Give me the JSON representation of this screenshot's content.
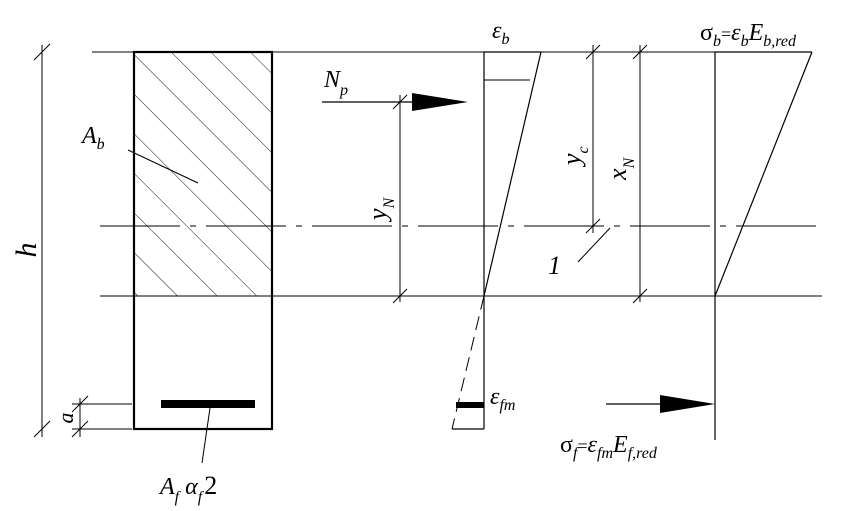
{
  "labels": {
    "h": "h",
    "a": "a",
    "Ab": {
      "base": "A",
      "sub": "b"
    },
    "Af": {
      "base": "A",
      "sub1": "f",
      "alpha": "α",
      "sub2": "f",
      "tail": "2"
    },
    "Np": {
      "base": "N",
      "sub": "p"
    },
    "yN": {
      "base": "y",
      "sub": "N"
    },
    "eps_b": {
      "base": "ε",
      "sub": "b"
    },
    "eps_fm": {
      "base": "ε",
      "sub": "fm"
    },
    "yc": {
      "base": "y",
      "sub": "c"
    },
    "xN": {
      "base": "x",
      "sub": "N"
    },
    "one": "1",
    "sigma_b": {
      "s": "σ",
      "ssub": "b",
      "eq": "=",
      "e": "ε",
      "esub": "b",
      "E": "E",
      "Esub": "b,red"
    },
    "sigma_f": {
      "s": "σ",
      "ssub": "f",
      "eq": "=",
      "e": "ε",
      "esub": "fm",
      "E": "E",
      "Esub": "f,red"
    }
  }
}
